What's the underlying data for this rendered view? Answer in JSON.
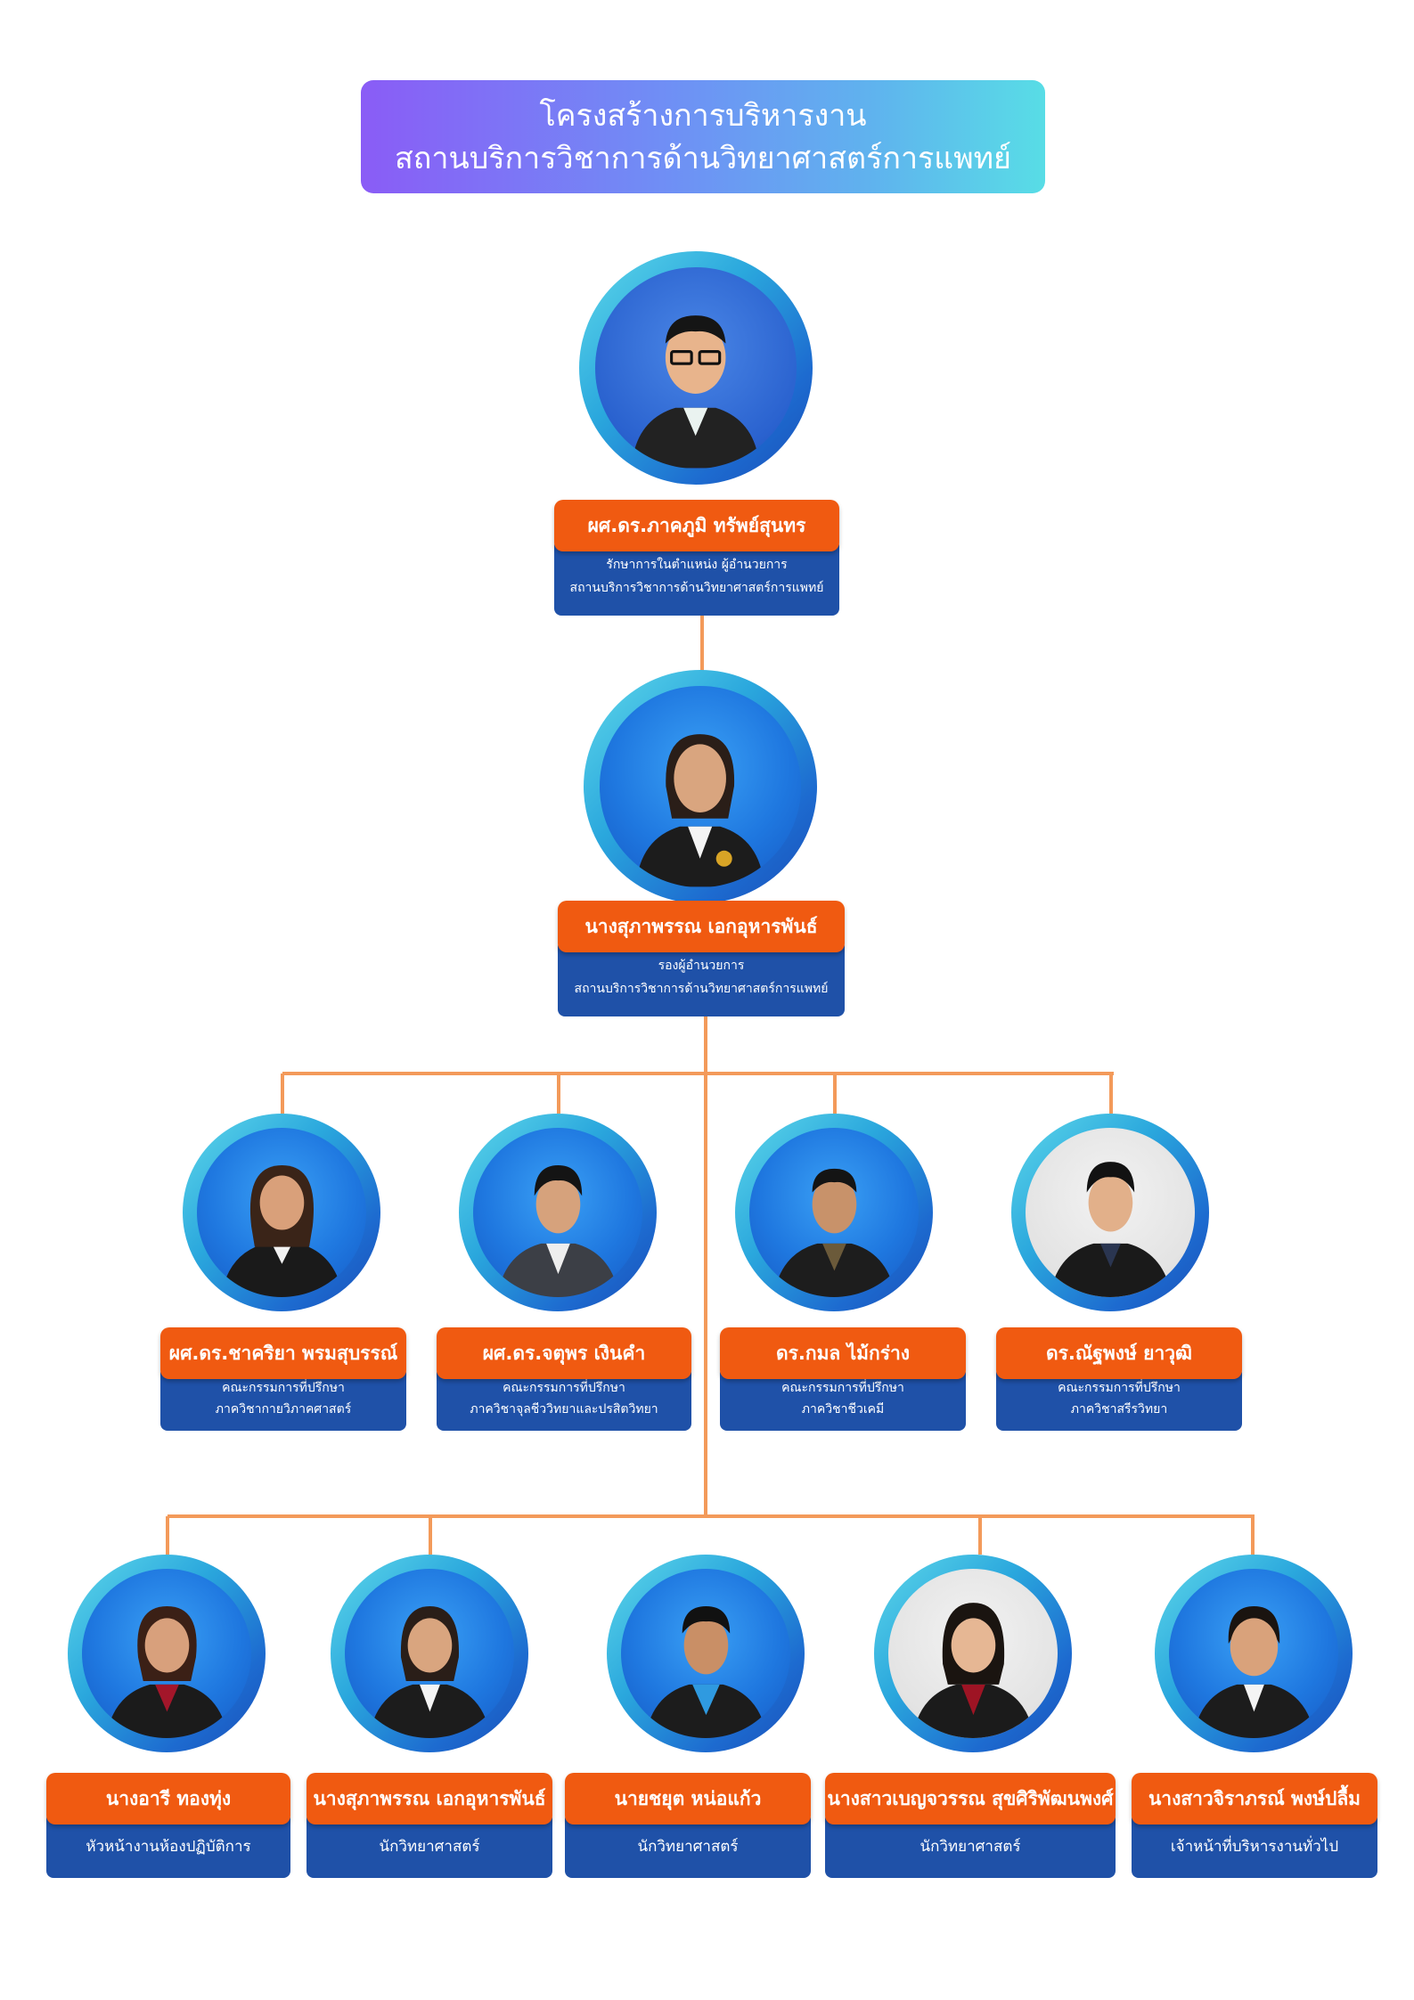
{
  "title": {
    "line1": "โครงสร้างการบริหารงาน",
    "line2": "สถานบริการวิชาการด้านวิทยาศาสตร์การแพทย์"
  },
  "colors": {
    "name_bar": "#f05a11",
    "role_box": "#1f51a8",
    "connector": "#f39a5a",
    "title_gradient_start": "#8a5cf6",
    "title_gradient_end": "#58dde6"
  },
  "director": {
    "name": "ผศ.ดร.ภาคภูมิ  ทรัพย์สุนทร",
    "role1": "รักษาการในตำแหน่ง ผู้อำนวยการ",
    "role2": "สถานบริการวิชาการด้านวิทยาศาสตร์การแพทย์"
  },
  "deputy": {
    "name": "นางสุภาพรรณ  เอกอุหารพันธ์",
    "role1": "รองผู้อำนวยการ",
    "role2": "สถานบริการวิชาการด้านวิทยาศาสตร์การแพทย์"
  },
  "advisors": [
    {
      "name": "ผศ.ดร.ชาคริยา  พรมสุบรรณ์",
      "role1": "คณะกรรมการที่ปรึกษา",
      "role2": "ภาควิชากายวิภาคศาสตร์"
    },
    {
      "name": "ผศ.ดร.จตุพร  เงินคำ",
      "role1": "คณะกรรมการที่ปรึกษา",
      "role2": "ภาควิชาจุลชีววิทยาและปรสิตวิทยา"
    },
    {
      "name": "ดร.กมล  ไม้กร่าง",
      "role1": "คณะกรรมการที่ปรึกษา",
      "role2": "ภาควิชาชีวเคมี"
    },
    {
      "name": "ดร.ณัฐพงษ์  ยาวุฒิ",
      "role1": "คณะกรรมการที่ปรึกษา",
      "role2": "ภาควิชาสรีรวิทยา"
    }
  ],
  "staff": [
    {
      "name": "นางอารี  ทองทุ่ง",
      "role": "หัวหน้างานห้องปฏิบัติการ"
    },
    {
      "name": "นางสุภาพรรณ  เอกอุหารพันธ์",
      "role": "นักวิทยาศาสตร์"
    },
    {
      "name": "นายชยุต  หน่อแก้ว",
      "role": "นักวิทยาศาสตร์"
    },
    {
      "name": "นางสาวเบญจวรรณ  สุขศิริพัฒนพงศ์",
      "role": "นักวิทยาศาสตร์"
    },
    {
      "name": "นางสาวจิราภรณ์  พงษ์ปลื้ม",
      "role": "เจ้าหน้าที่บริหารงานทั่วไป"
    }
  ]
}
